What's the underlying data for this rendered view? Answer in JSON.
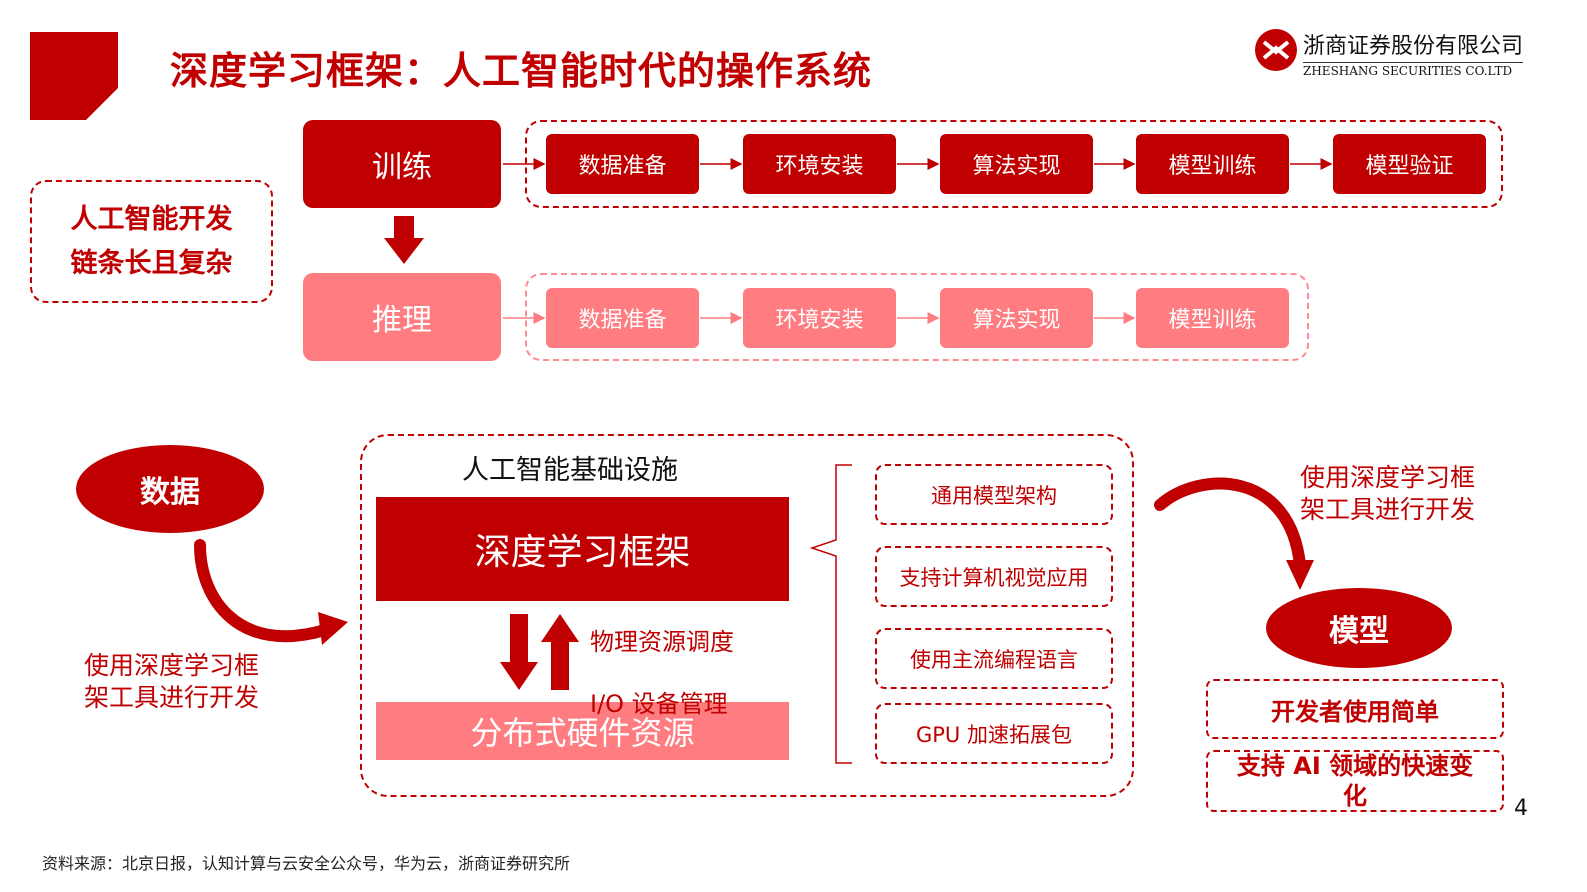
{
  "title": "深度学习框架：人工智能时代的操作系统",
  "logo": {
    "name_cn": "浙商证券股份有限公司",
    "name_en": "ZHESHANG SECURITIES CO.LTD"
  },
  "colors": {
    "dark_red": "#c00000",
    "light_red": "#ff7c80"
  },
  "left_note": {
    "line1": "人工智能开发",
    "line2": "链条长且复杂"
  },
  "training": {
    "label": "训练",
    "steps": [
      "数据准备",
      "环境安装",
      "算法实现",
      "模型训练",
      "模型验证"
    ]
  },
  "inference": {
    "label": "推理",
    "steps": [
      "数据准备",
      "环境安装",
      "算法实现",
      "模型训练"
    ]
  },
  "infra": {
    "heading": "人工智能基础设施",
    "framework": "深度学习框架",
    "hardware": "分布式硬件资源",
    "resource_line1": "物理资源调度",
    "resource_line2": "I/O 设备管理",
    "features": [
      "通用模型架构",
      "支持计算机视觉应用",
      "使用主流编程语言",
      "GPU 加速拓展包"
    ]
  },
  "data_node": {
    "label": "数据",
    "caption_line1": "使用深度学习框",
    "caption_line2": "架工具进行开发"
  },
  "model_node": {
    "label": "模型",
    "caption_line1": "使用深度学习框",
    "caption_line2": "架工具进行开发",
    "tags": [
      "开发者使用简单",
      "支持 AI 领域的快速变化"
    ]
  },
  "page_number": "4",
  "footer": "资料来源：北京日报，认知计算与云安全公众号，华为云，浙商证券研究所"
}
